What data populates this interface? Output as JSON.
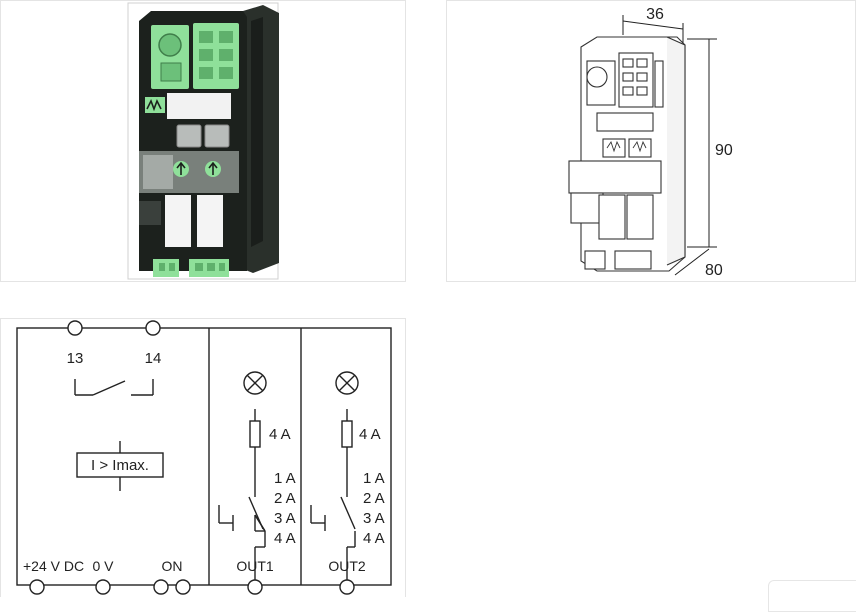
{
  "dimensions": {
    "width": "36",
    "height": "90",
    "depth": "80"
  },
  "circuit": {
    "relay_terminal_13": "13",
    "relay_terminal_14": "14",
    "current_monitor_label": "I > Imax.",
    "outputs": [
      {
        "name": "OUT1",
        "fuse_rating": "4 A",
        "current_settings": [
          "1 A",
          "2 A",
          "3 A",
          "4 A"
        ]
      },
      {
        "name": "OUT2",
        "fuse_rating": "4 A",
        "current_settings": [
          "1 A",
          "2 A",
          "3 A",
          "4 A"
        ]
      }
    ],
    "bottom_terminals": {
      "supply": "+24 V DC",
      "ground": "0 V",
      "on": "ON"
    }
  },
  "colors": {
    "housing_dark": "#1c211d",
    "terminal_green": "#8fe09a",
    "line_color": "#222222"
  }
}
